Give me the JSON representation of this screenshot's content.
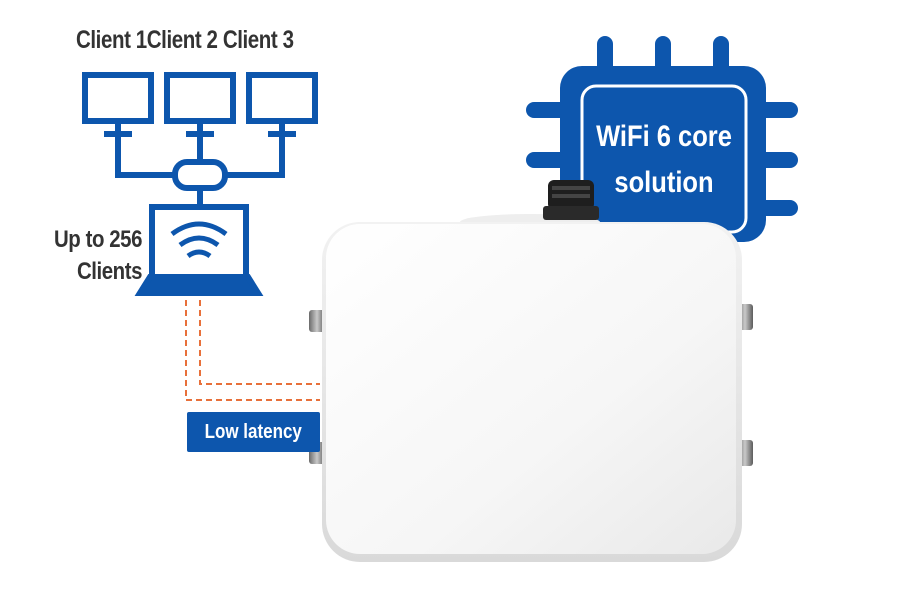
{
  "network": {
    "clients": [
      "Client 1",
      "Client 2",
      "Client 3"
    ],
    "capacity_line1": "Up to 256",
    "capacity_line2": "Clients"
  },
  "badge": {
    "label": "Low latency"
  },
  "chip": {
    "line1": "WiFi 6 core",
    "line2": "solution"
  },
  "colors": {
    "brand_blue": "#0d56ad",
    "dash_orange": "#e8703a",
    "label_gray": "#333333",
    "device_white": "#fafafa"
  },
  "icons": [
    "monitor-icon",
    "hub-icon",
    "laptop-wifi-icon",
    "chip-icon",
    "access-point-device"
  ]
}
